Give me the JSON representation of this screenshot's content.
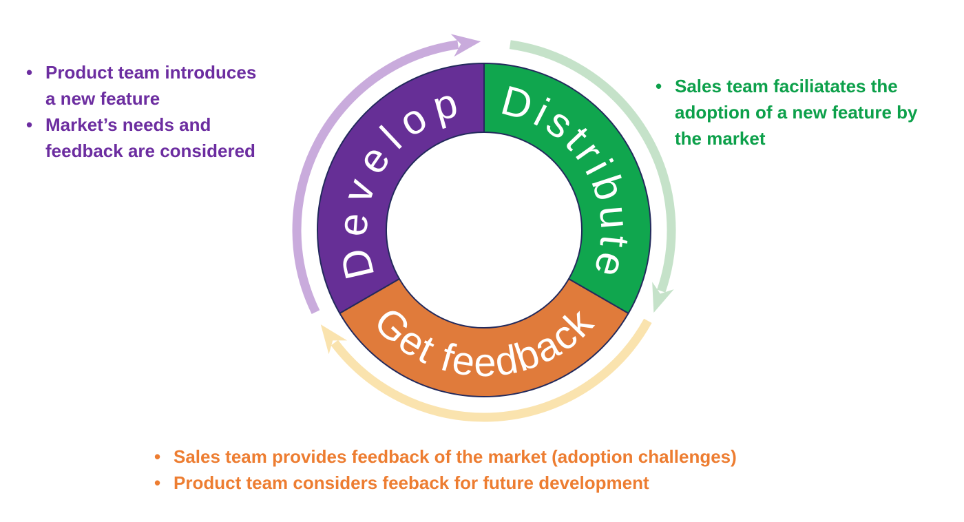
{
  "page": {
    "background_color": "#FFFFFF"
  },
  "cycle": {
    "outline_color": "#232A5C",
    "label_text_color": "#FFFFFF",
    "segments": [
      {
        "name": "Develop",
        "color": "#662F96",
        "arrow_color": "#C9ABDC"
      },
      {
        "name": "Distribute",
        "color": "#10A64E",
        "arrow_color": "#C5E2C9"
      },
      {
        "name": "Get feedback",
        "color": "#E07B3B",
        "arrow_color": "#FAE3AE"
      }
    ]
  },
  "notes": {
    "develop": {
      "text_color": "#6C2DA0",
      "items": [
        "Product team introduces a new feature",
        "Market’s needs and feedback are considered"
      ]
    },
    "distribute": {
      "text_color": "#0CA04A",
      "items": [
        "Sales team faciliatates the adoption of a new feature by the market"
      ]
    },
    "feedback": {
      "text_color": "#ED7D31",
      "items": [
        "Sales team provides feedback of the market (adoption challenges)",
        "Product team considers feeback for future development"
      ]
    }
  }
}
